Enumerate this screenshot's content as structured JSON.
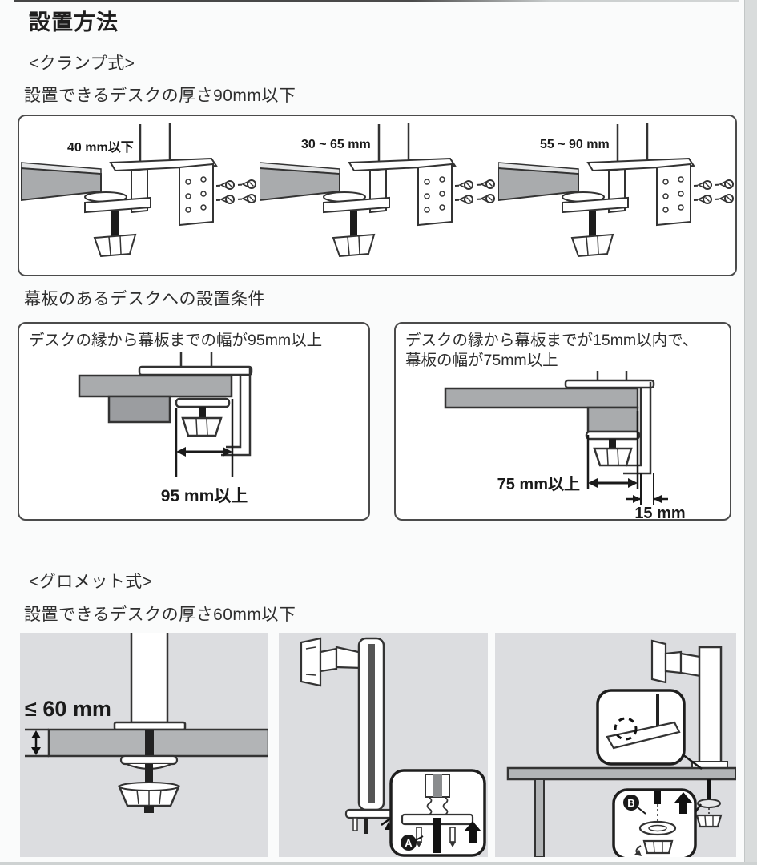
{
  "page": {
    "title": "設置方法"
  },
  "clamp_section": {
    "heading": "<クランプ式>",
    "description": "設置できるデスクの厚さ90mm以下",
    "diagram_labels": [
      "40 mm以下",
      "30 ~ 65 mm",
      "55 ~ 90 mm"
    ]
  },
  "makuita_section": {
    "heading": "幕板のあるデスクへの設置条件",
    "left_box": {
      "text": "デスクの縁から幕板までの幅が95mm以上",
      "dim_label": "95 mm以上"
    },
    "right_box": {
      "text_line1": "デスクの縁から幕板までが15mm以内で、",
      "text_line2": "幕板の幅が75mm以上",
      "dim_label_width": "75 mm以上",
      "dim_label_gap": "15 mm"
    }
  },
  "grommet_section": {
    "heading": "<グロメット式>",
    "description": "設置できるデスクの厚さ60mm以下",
    "panel1_dim_label": "≤ 60 mm",
    "panel2_callout_label": "A",
    "panel3_callout_label": "B"
  },
  "colors": {
    "panel_background": "#dcdde0",
    "desk_gray": "#a9abad",
    "outline": "#333333",
    "box_border": "#4b4b4b"
  }
}
